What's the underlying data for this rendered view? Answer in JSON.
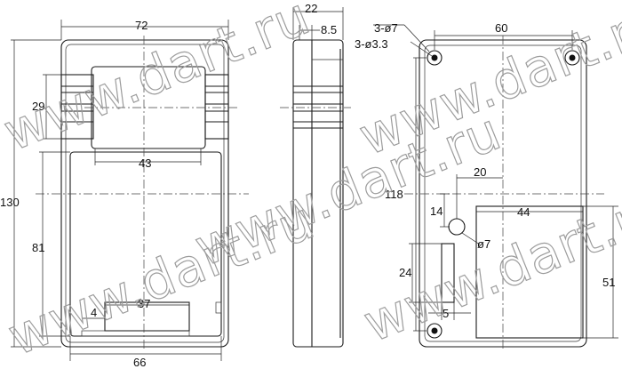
{
  "watermark": {
    "text_1": "www.dart.ru",
    "text_2": "www.dart.ru",
    "text_3": "www.dart.ru",
    "text_4": "www.dart.ru",
    "text_5": "www.dart.ru"
  },
  "front_view": {
    "dim_width_top": "72",
    "dim_height_total": "130",
    "dim_label_window_height": "29",
    "dim_label_window_width": "43",
    "dim_lower_height": "81",
    "dim_slot_width": "37",
    "dim_slot_offset": "4",
    "dim_width_bottom": "66"
  },
  "side_view": {
    "dim_depth": "22",
    "dim_lip": "8.5"
  },
  "back_view": {
    "dim_hole_large": "3-ø7",
    "dim_hole_small": "3-ø3.3",
    "dim_hole_spacing": "60",
    "dim_hole_height": "118",
    "dim_center_offset_x": "20",
    "dim_center_offset_y": "14",
    "dim_center_hole": "ø7",
    "dim_pocket_width": "44",
    "dim_pocket_height": "51",
    "dim_slot_height": "24",
    "dim_slot_width": "5"
  }
}
